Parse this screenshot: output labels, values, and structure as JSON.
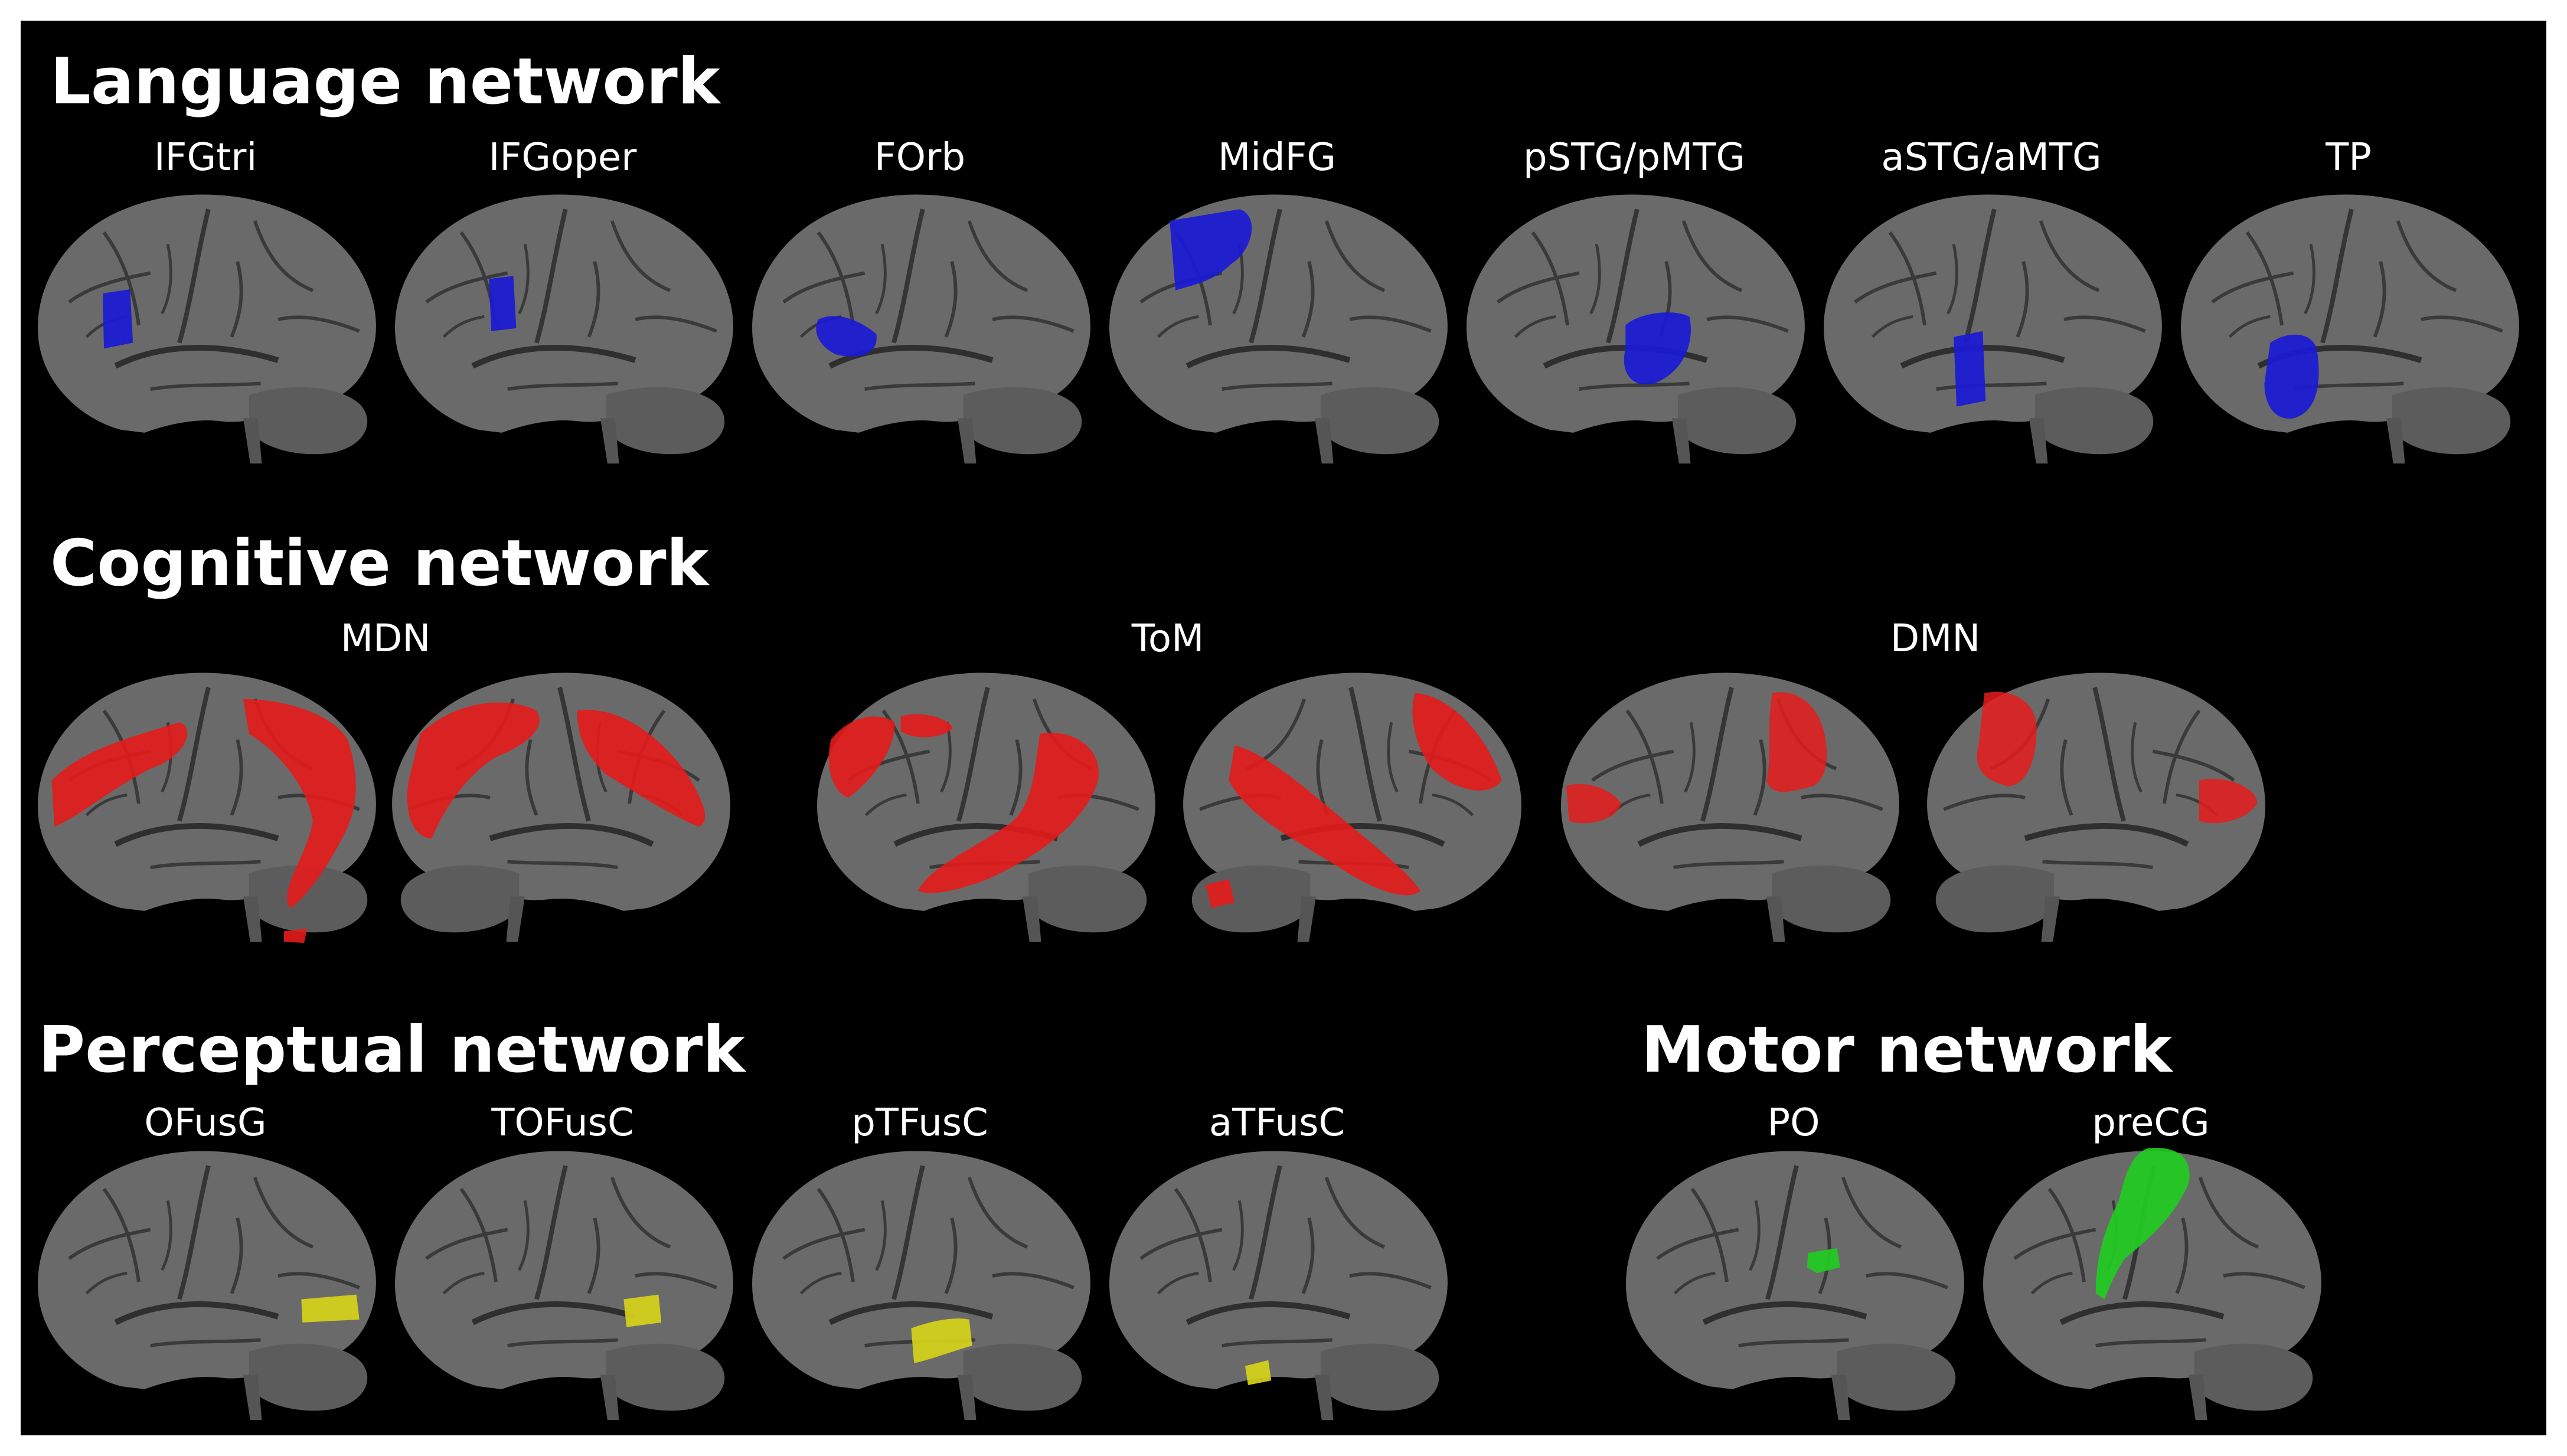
{
  "colors": {
    "background": "#000000",
    "cortex": "#6a6a6a",
    "language": "#1a1ad6",
    "cognitive": "#e61b1b",
    "perceptual": "#d6d21a",
    "motor": "#22cc22"
  },
  "networks": {
    "language": {
      "title": "Language network",
      "regions": [
        "IFGtri",
        "IFGoper",
        "FOrb",
        "MidFG",
        "pSTG/pMTG",
        "aSTG/aMTG",
        "TP"
      ]
    },
    "cognitive": {
      "title": "Cognitive network",
      "regions": [
        "MDN",
        "ToM",
        "DMN"
      ]
    },
    "perceptual": {
      "title": "Perceptual network",
      "regions": [
        "OFusG",
        "TOFusC",
        "pTFusC",
        "aTFusC"
      ]
    },
    "motor": {
      "title": "Motor network",
      "regions": [
        "PO",
        "preCG"
      ]
    }
  }
}
